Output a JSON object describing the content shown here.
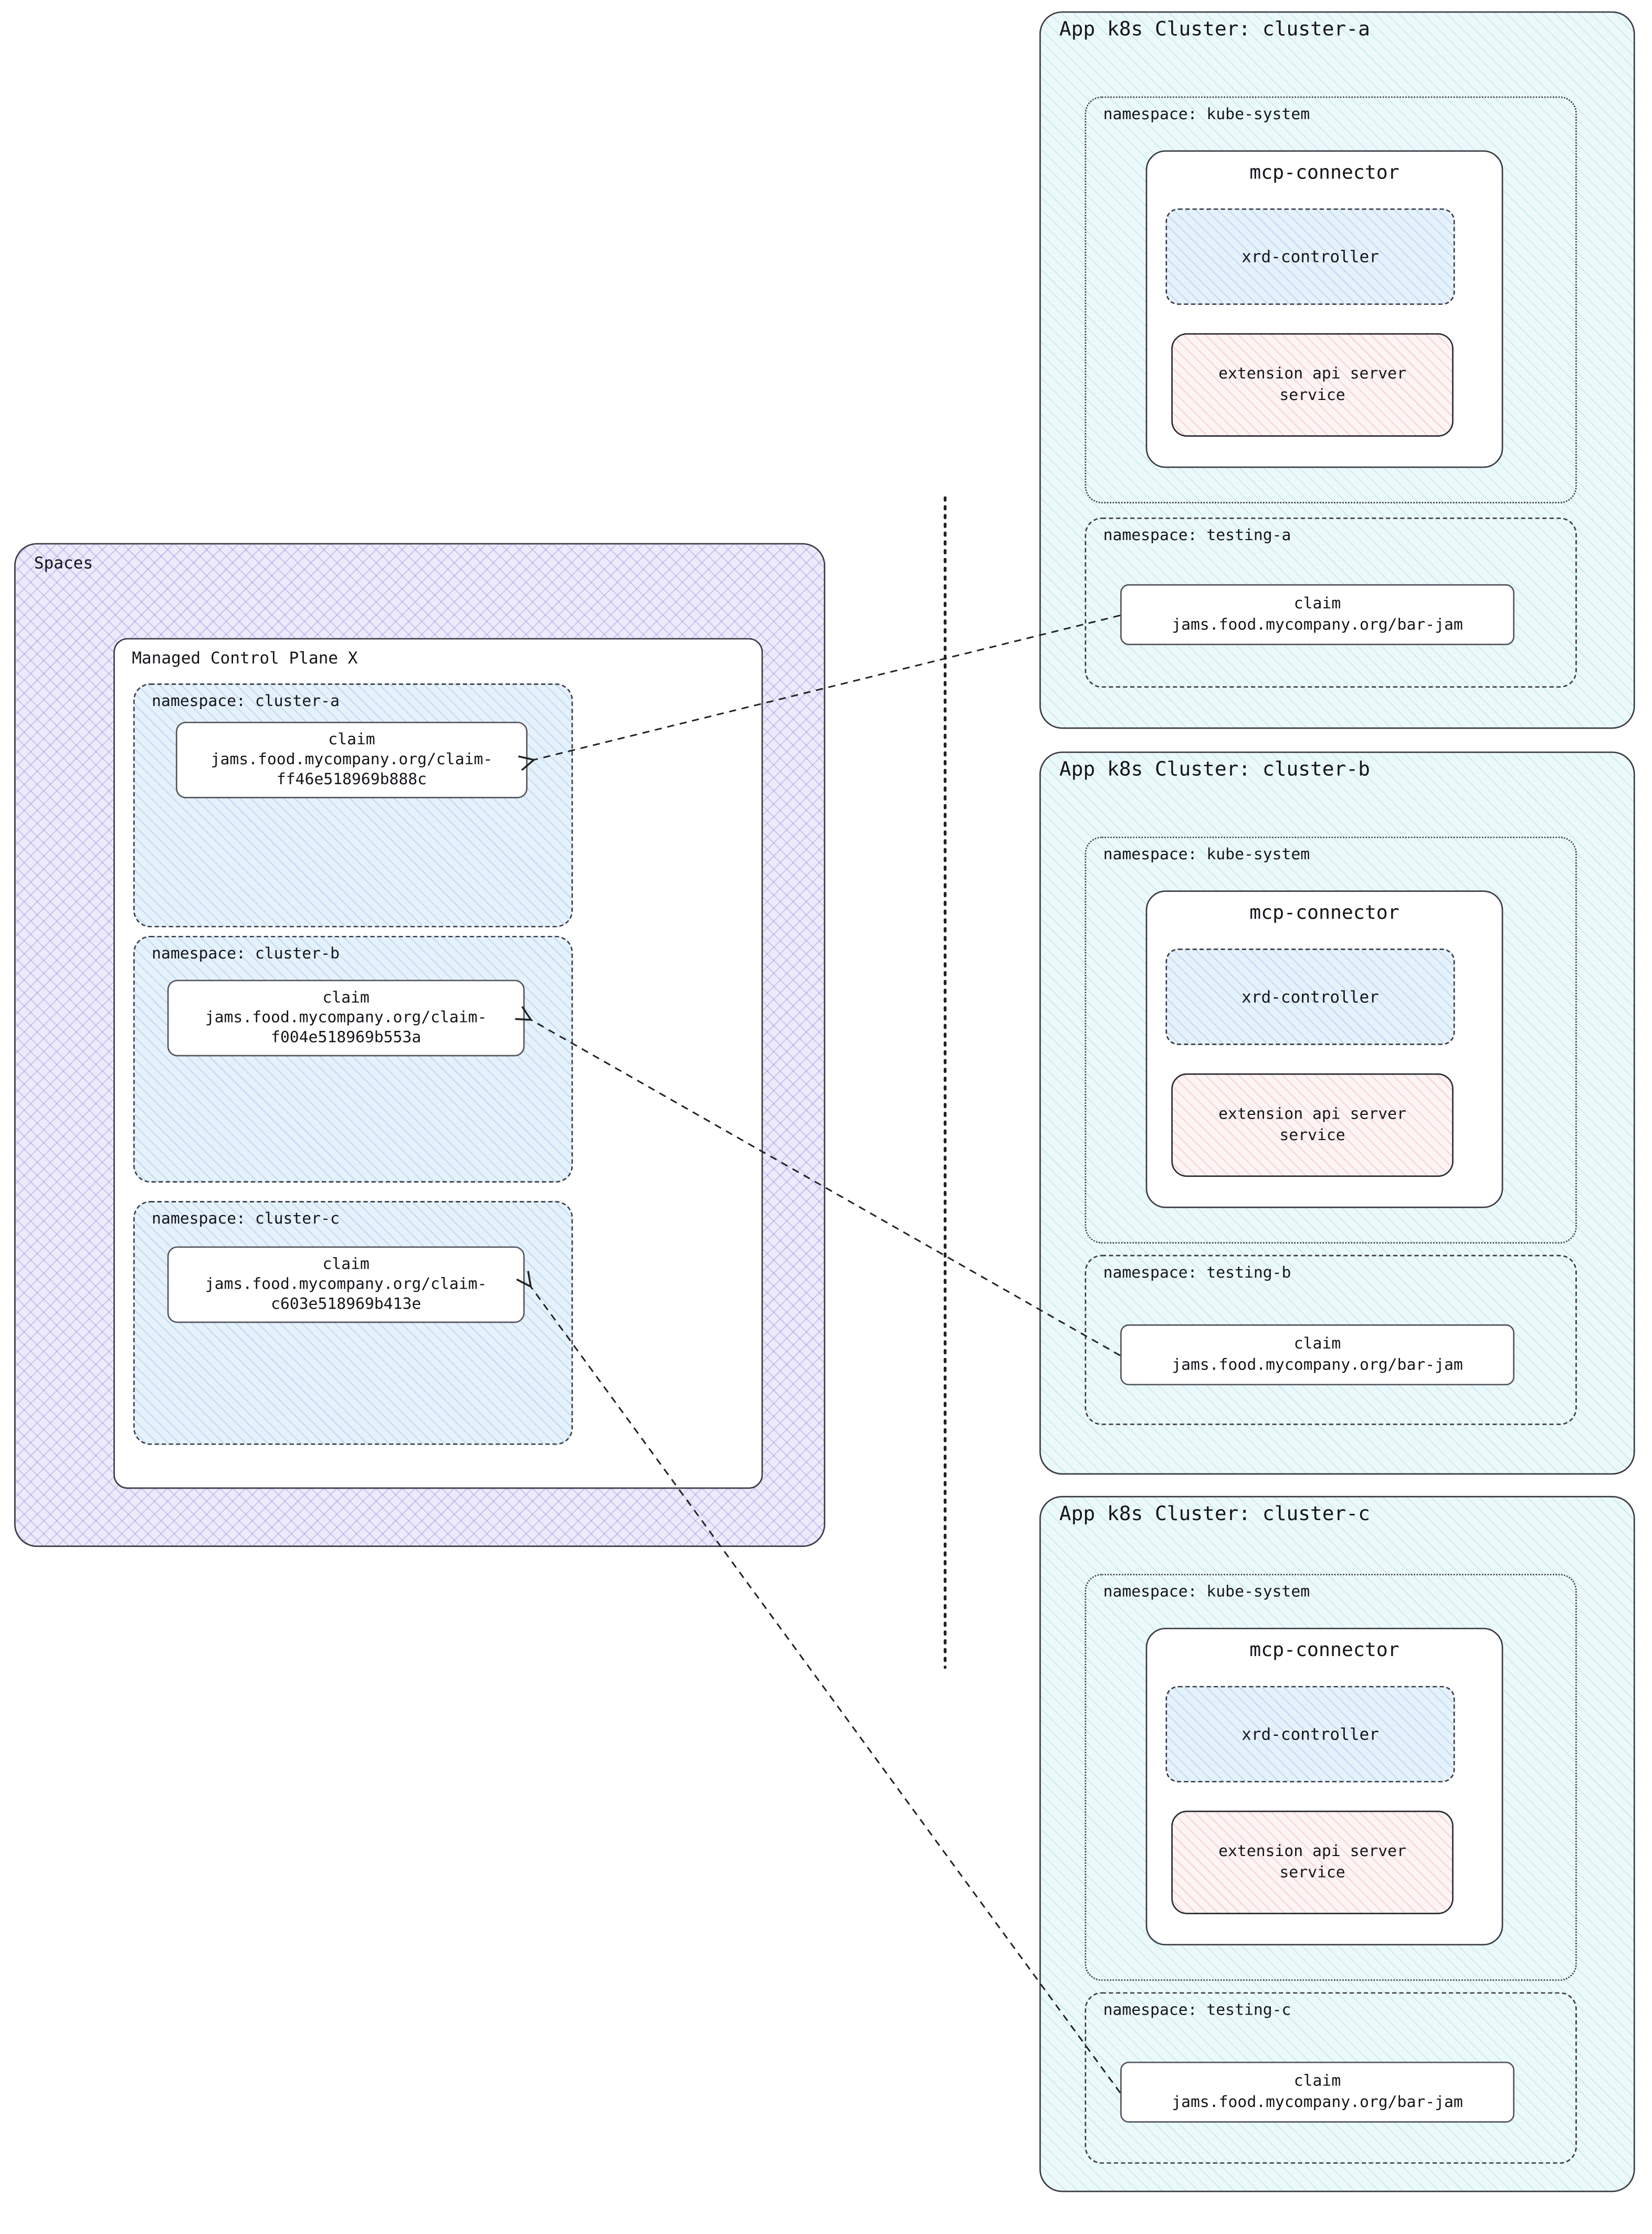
{
  "diagram": {
    "spaces": {
      "label": "Spaces",
      "control_plane": {
        "label": "Managed Control Plane X",
        "namespaces": [
          {
            "label": "namespace: cluster-a",
            "claim": {
              "title": "claim",
              "line1": "jams.food.mycompany.org/claim-",
              "line2": "ff46e518969b888c"
            }
          },
          {
            "label": "namespace: cluster-b",
            "claim": {
              "title": "claim",
              "line1": "jams.food.mycompany.org/claim-",
              "line2": "f004e518969b553a"
            }
          },
          {
            "label": "namespace: cluster-c",
            "claim": {
              "title": "claim",
              "line1": "jams.food.mycompany.org/claim-",
              "line2": "c603e518969b413e"
            }
          }
        ]
      }
    },
    "clusters": [
      {
        "title": "App k8s Cluster: cluster-a",
        "kube_system": {
          "label": "namespace: kube-system"
        },
        "mcp_connector": {
          "title": "mcp-connector",
          "xrd_controller": "xrd-controller",
          "ext_api": {
            "line1": "extension api server",
            "line2": "service"
          }
        },
        "testing": {
          "label": "namespace: testing-a",
          "claim": {
            "title": "claim",
            "line": "jams.food.mycompany.org/bar-jam"
          }
        }
      },
      {
        "title": "App k8s Cluster: cluster-b",
        "kube_system": {
          "label": "namespace: kube-system"
        },
        "mcp_connector": {
          "title": "mcp-connector",
          "xrd_controller": "xrd-controller",
          "ext_api": {
            "line1": "extension api server",
            "line2": "service"
          }
        },
        "testing": {
          "label": "namespace: testing-b",
          "claim": {
            "title": "claim",
            "line": "jams.food.mycompany.org/bar-jam"
          }
        }
      },
      {
        "title": "App k8s Cluster: cluster-c",
        "kube_system": {
          "label": "namespace: kube-system"
        },
        "mcp_connector": {
          "title": "mcp-connector",
          "xrd_controller": "xrd-controller",
          "ext_api": {
            "line1": "extension api server",
            "line2": "service"
          }
        },
        "testing": {
          "label": "namespace: testing-c",
          "claim": {
            "title": "claim",
            "line": "jams.food.mycompany.org/bar-jam"
          }
        }
      }
    ],
    "colors": {
      "spaces_bg": "#eeeafb",
      "cluster_bg": "#ecf9fa",
      "namespace_bg": "#e6f2fb",
      "ext_api_bg": "#fdf4f4",
      "border": "#3a3a44"
    }
  }
}
